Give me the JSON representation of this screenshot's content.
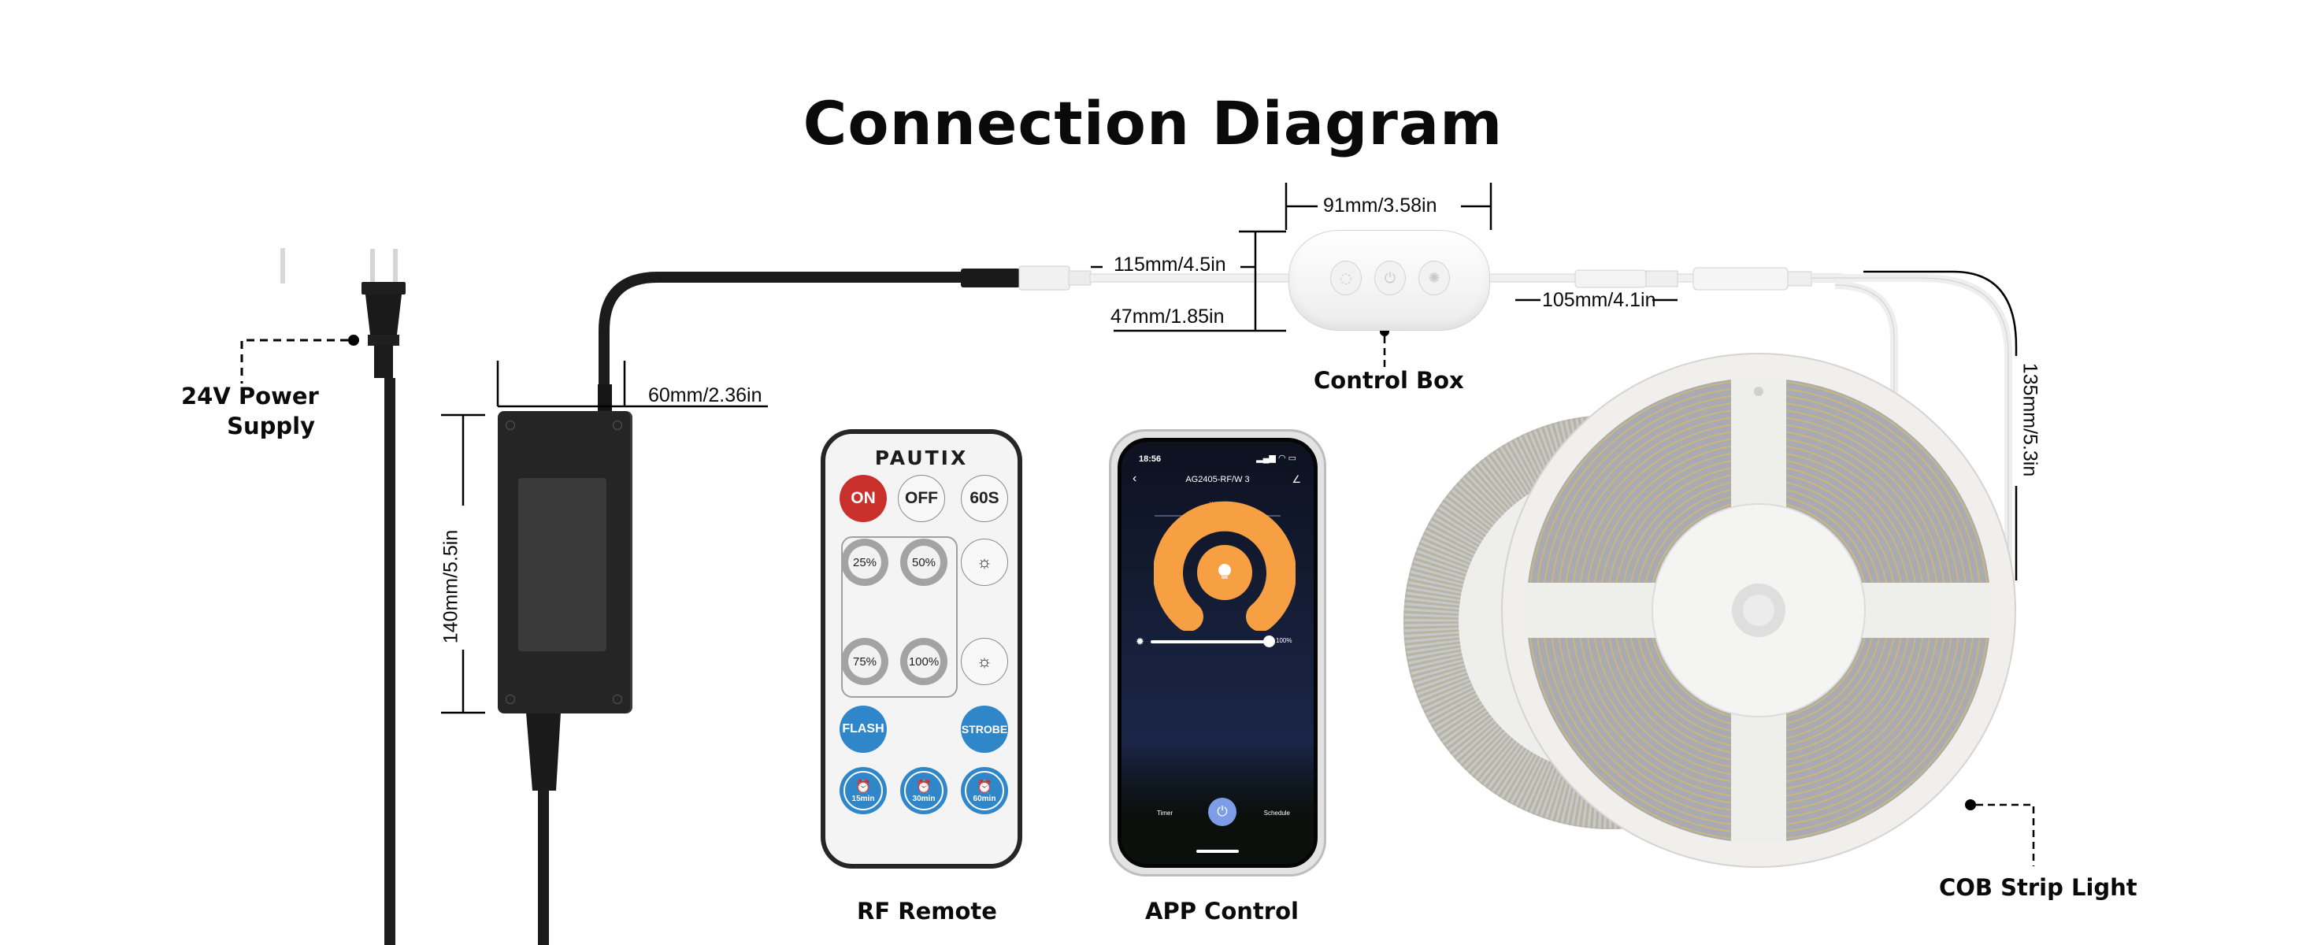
{
  "title": "Connection Diagram",
  "components": {
    "power_supply": {
      "label_line1": "24V Power",
      "label_line2": "Supply"
    },
    "control_box": {
      "label": "Control Box"
    },
    "rf_remote": {
      "label": "RF Remote"
    },
    "app_control": {
      "label": "APP Control"
    },
    "strip_light": {
      "label": "COB Strip Light"
    }
  },
  "dimensions": {
    "adapter_width": "60mm/2.36in",
    "adapter_length": "140mm/5.5in",
    "input_cable": "115mm/4.5in",
    "control_box_height": "47mm/1.85in",
    "control_box_width": "91mm/3.58in",
    "output_cable": "105mm/4.1in",
    "strip_lead": "135mm/5.3in"
  },
  "remote": {
    "brand": "PAUTIX",
    "buttons": {
      "on": "ON",
      "off": "OFF",
      "timer60s": "60S",
      "p25": "25%",
      "p50": "50%",
      "p75": "75%",
      "p100": "100%",
      "bright_up": "brightness-up-icon",
      "bright_down": "brightness-down-icon",
      "flash": "FLASH",
      "strobe": "STROBE",
      "t15": "15min",
      "t30": "30min",
      "t60": "60min"
    }
  },
  "phone": {
    "time": "18:56",
    "device_name": "AG2405-RF/W 3",
    "mode_tab": "White",
    "brightness_value": "100%",
    "brightness_fraction": 1.0,
    "nav_left": "Timer",
    "nav_right": "Schedule"
  },
  "colors": {
    "on_button": "#c9302c",
    "mode_button": "#2f86c8",
    "app_dial": "#f7a043",
    "app_power": "#7d9ee6"
  }
}
